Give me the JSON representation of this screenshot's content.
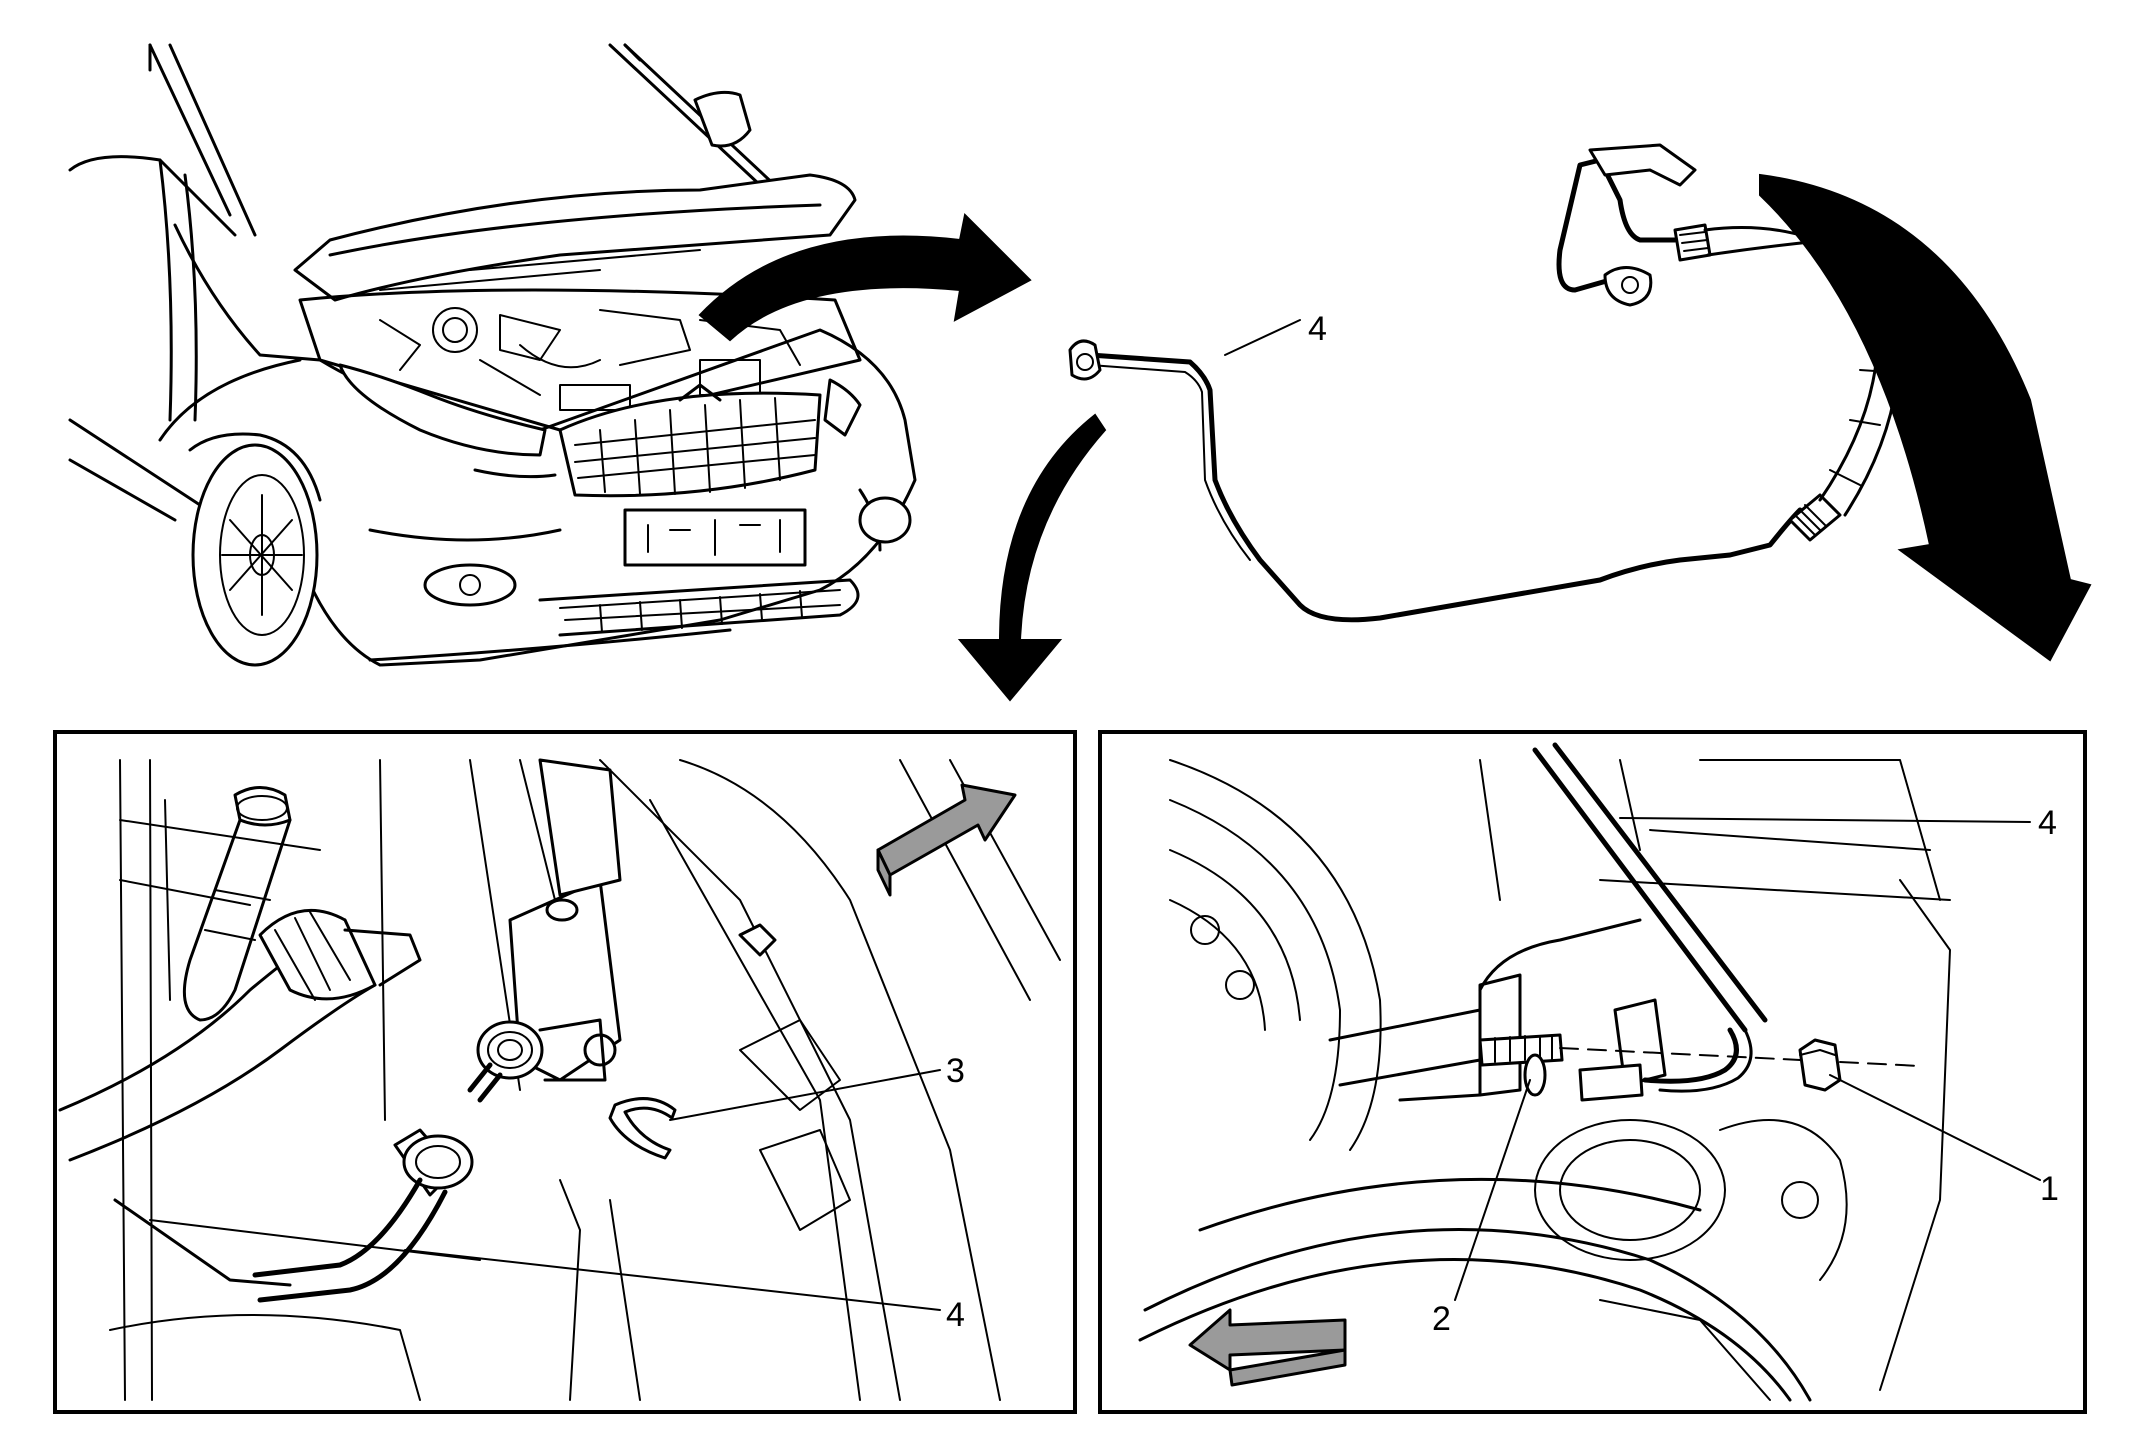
{
  "callouts": {
    "top_hose": "4",
    "left_clip": "3",
    "left_hose": "4",
    "right_hose": "4",
    "right_nut": "1",
    "right_seal": "2"
  },
  "colors": {
    "line": "#000000",
    "background": "#ffffff",
    "arrow_shade": "#9a9a9a"
  },
  "icons": [
    "curved-arrow-icon",
    "direction-arrow-icon"
  ]
}
